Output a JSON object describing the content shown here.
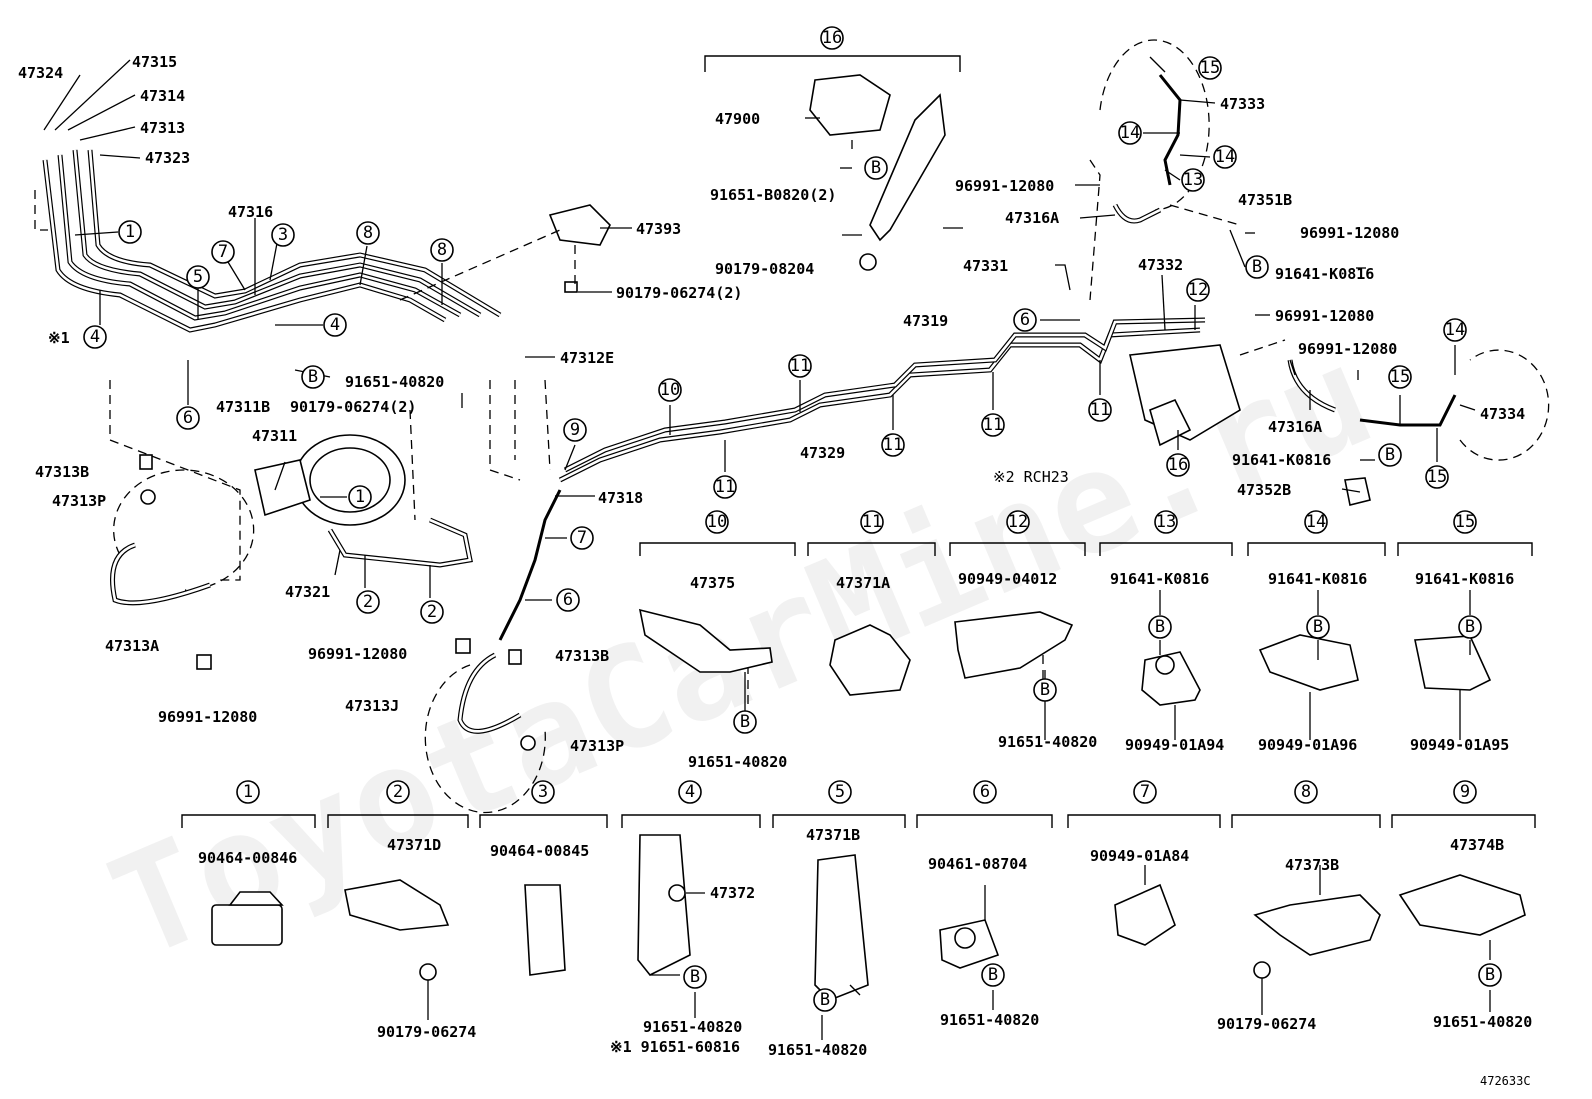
{
  "diagram_id": "472633C",
  "watermark": "ToyotaCarMine.ru",
  "notes": {
    "note1": "※1",
    "note2": "※2 RCH23"
  },
  "parts": {
    "p47324": "47324",
    "p47315": "47315",
    "p47314": "47314",
    "p47313": "47313",
    "p47323": "47323",
    "p47316": "47316",
    "p47393": "47393",
    "p90179_06274_2a": "90179-06274(2)",
    "p91651_40820": "91651-40820",
    "p47311B": "47311B",
    "p90179_06274_2b": "90179-06274(2)",
    "p47312E": "47312E",
    "p47311": "47311",
    "p47313B_a": "47313B",
    "p47313P_a": "47313P",
    "p47313A": "47313A",
    "p96991_12080_a": "96991-12080",
    "p47321": "47321",
    "p47318": "47318",
    "p96991_12080_b": "96991-12080",
    "p47313B_b": "47313B",
    "p47313J": "47313J",
    "p47313P_b": "47313P",
    "p47900": "47900",
    "p91651_B0820": "91651-B0820(2)",
    "p90179_08204": "90179-08204",
    "p47319": "47319",
    "p47329": "47329",
    "p47333": "47333",
    "p96991_12080_c": "96991-12080",
    "p47351B": "47351B",
    "p47316A_a": "47316A",
    "p96991_12080_d": "96991-12080",
    "p47331": "47331",
    "p47332": "47332",
    "p91641_K0816_a": "91641-K0816",
    "p96991_12080_e": "96991-12080",
    "p96991_12080_f": "96991-12080",
    "p47316A_b": "47316A",
    "p47334": "47334",
    "p91641_K0816_b": "91641-K0816",
    "p47352B": "47352B"
  },
  "callouts": {
    "c1": "1",
    "c2": "2",
    "c3": "3",
    "c4": "4",
    "c5": "5",
    "c6": "6",
    "c7": "7",
    "c8": "8",
    "c9": "9",
    "c10": "10",
    "c11": "11",
    "c12": "12",
    "c13": "13",
    "c14": "14",
    "c15": "15",
    "c16": "16",
    "b": "B"
  },
  "detail_groups": {
    "g10": {
      "num": "10",
      "part": "47375",
      "bolt": "91651-40820"
    },
    "g11": {
      "num": "11",
      "part": "47371A"
    },
    "g12": {
      "num": "12",
      "part": "90949-04012",
      "bolt": "91651-40820"
    },
    "g13": {
      "num": "13",
      "bolt": "91641-K0816",
      "part": "90949-01A94"
    },
    "g14": {
      "num": "14",
      "bolt": "91641-K0816",
      "part": "90949-01A96"
    },
    "g15": {
      "num": "15",
      "bolt": "91641-K0816",
      "part": "90949-01A95"
    },
    "g1": {
      "num": "1",
      "part": "90464-00846"
    },
    "g2": {
      "num": "2",
      "part": "47371D",
      "bolt": "90179-06274"
    },
    "g3": {
      "num": "3",
      "part": "90464-00845"
    },
    "g4": {
      "num": "4",
      "part": "47372",
      "bolt": "91651-40820",
      "bolt_alt": "※1 91651-60816"
    },
    "g5": {
      "num": "5",
      "part": "47371B",
      "bolt": "91651-40820"
    },
    "g6": {
      "num": "6",
      "part": "90461-08704",
      "bolt": "91651-40820"
    },
    "g7": {
      "num": "7",
      "part": "90949-01A84"
    },
    "g8": {
      "num": "8",
      "part": "47373B",
      "bolt": "90179-06274"
    },
    "g9": {
      "num": "9",
      "part": "47374B",
      "bolt": "91651-40820"
    }
  }
}
